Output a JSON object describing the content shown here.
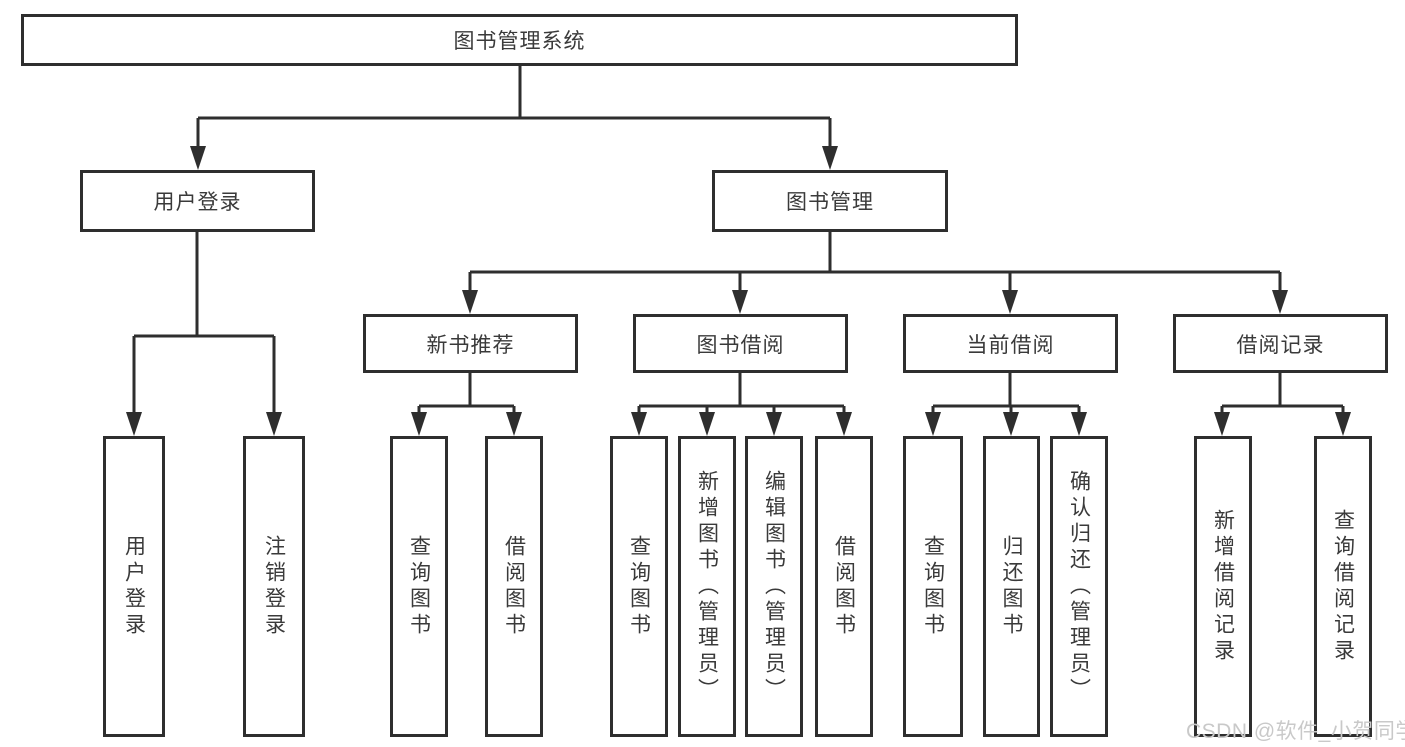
{
  "diagram": {
    "root": {
      "label": "图书管理系统"
    },
    "level2": [
      {
        "label": "用户登录"
      },
      {
        "label": "图书管理"
      }
    ],
    "level3": [
      {
        "label": "新书推荐"
      },
      {
        "label": "图书借阅"
      },
      {
        "label": "当前借阅"
      },
      {
        "label": "借阅记录"
      }
    ],
    "leaves": [
      {
        "label": "用户登录"
      },
      {
        "label": "注销登录"
      },
      {
        "label": "查询图书"
      },
      {
        "label": "借阅图书"
      },
      {
        "label": "查询图书"
      },
      {
        "label": "新增图书（管理员）"
      },
      {
        "label": "编辑图书（管理员）"
      },
      {
        "label": "借阅图书"
      },
      {
        "label": "查询图书"
      },
      {
        "label": "归还图书"
      },
      {
        "label": "确认归还（管理员）"
      },
      {
        "label": "新增借阅记录"
      },
      {
        "label": "查询借阅记录"
      }
    ]
  },
  "watermark": {
    "text": "CSDN @软件_小贺同学"
  },
  "colors": {
    "line": "#2e2e2e",
    "text": "#3a3a3a",
    "background": "#ffffff",
    "watermark": "#c9c9c9"
  }
}
